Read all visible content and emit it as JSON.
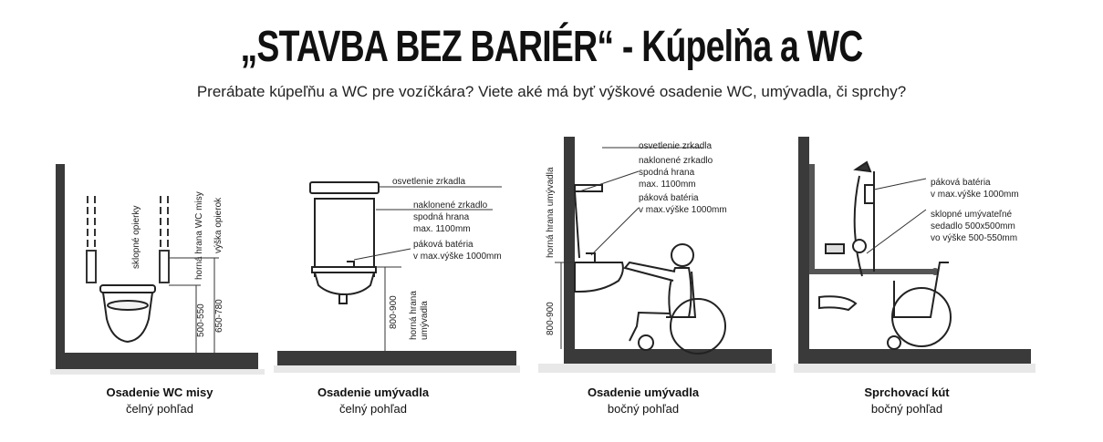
{
  "header": {
    "title": "„STAVBA BEZ BARIÉR“ - Kúpelňa a WC",
    "subtitle": "Prerábate kúpeľňu a WC pre vozíčkára? Viete aké má byť výškové osadenie WC, umývadla, či sprchy?"
  },
  "panels": [
    {
      "caption_title": "Osadenie WC misy",
      "caption_sub": "čelný pohľad",
      "labels": {
        "grab_bars": "sklopné opierky",
        "top_edge": "horná hrana WC misy",
        "armrest_height": "výška opierok",
        "dim_bowl": "500-550",
        "dim_armrest": "650-780"
      }
    },
    {
      "caption_title": "Osadenie umývadla",
      "caption_sub": "čelný pohľad",
      "labels": {
        "mirror_light": "osvetlenie zrkadla",
        "tilted_mirror": "naklonené zrkadlo",
        "bottom_edge": "spodná hrana",
        "max_height": "max. 1100mm",
        "tap": "páková batéria",
        "tap_height": "v max.výške 1000mm",
        "dim_basin": "800-900",
        "basin_top_1": "horná hrana",
        "basin_top_2": "umývadla"
      }
    },
    {
      "caption_title": "Osadenie umývadla",
      "caption_sub": "bočný pohľad",
      "labels": {
        "mirror_light": "osvetlenie zrkadla",
        "tilted_mirror": "naklonené zrkadlo",
        "bottom_edge": "spodná hrana",
        "max_height": "max. 1100mm",
        "tap": "páková batéria",
        "tap_height": "v max.výške 1000mm",
        "basin_top": "horná hrana umývadla",
        "dim_basin": "800-900"
      }
    },
    {
      "caption_title": "Sprchovací kút",
      "caption_sub": "bočný pohľad",
      "labels": {
        "tap": "páková batéria",
        "tap_height": "v max.výške 1000mm",
        "seat_1": "sklopné umývateľné",
        "seat_2": "sedadlo 500x500mm",
        "seat_3": "vo výške 500-550mm"
      }
    }
  ]
}
